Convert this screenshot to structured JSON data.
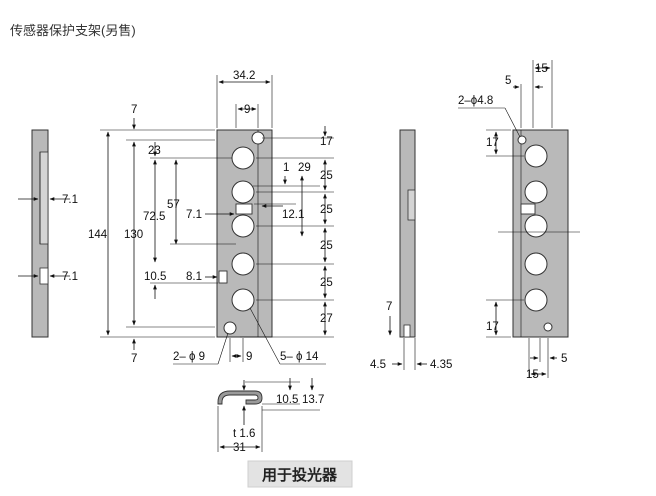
{
  "caption": "传感器保护支架(另售)",
  "footer_label": "用于投光器",
  "front": {
    "overall_width": "34.2",
    "width_9_top": "9",
    "width_9_bottom": "9",
    "height_144": "144",
    "height_130": "130",
    "d_7_top": "7",
    "d_7_bottom": "7",
    "d_23": "23",
    "d_57": "57",
    "d_72_5": "72.5",
    "d_7_1": "7.1",
    "d_12_1": "12.1",
    "d_1": "1",
    "d_29": "29",
    "d_10_5": "10.5",
    "d_8_1": "8.1",
    "pitch_17": "17",
    "pitch_25a": "25",
    "pitch_25b": "25",
    "pitch_25c": "25",
    "pitch_25d": "25",
    "pitch_27": "27",
    "hole_2_phi9": "2– ϕ 9",
    "hole_5_phi14": "5– ϕ 14"
  },
  "left_side": {
    "d_7_1_a": "7.1",
    "d_7_1_b": "7.1"
  },
  "right_side": {
    "d_7": "7",
    "d_4_5": "4.5",
    "d_4_35": "4.35"
  },
  "back": {
    "d_15_top": "15",
    "d_5_top": "5",
    "hole_2_phi4_8": "2–ϕ4.8",
    "d_17_top": "17",
    "d_17_bottom": "17",
    "d_5_bottom": "5",
    "d_15_bottom": "15"
  },
  "section": {
    "d_10_5": "10.5",
    "d_13_7": "13.7",
    "thickness": "t 1.6",
    "width_31": "31"
  }
}
